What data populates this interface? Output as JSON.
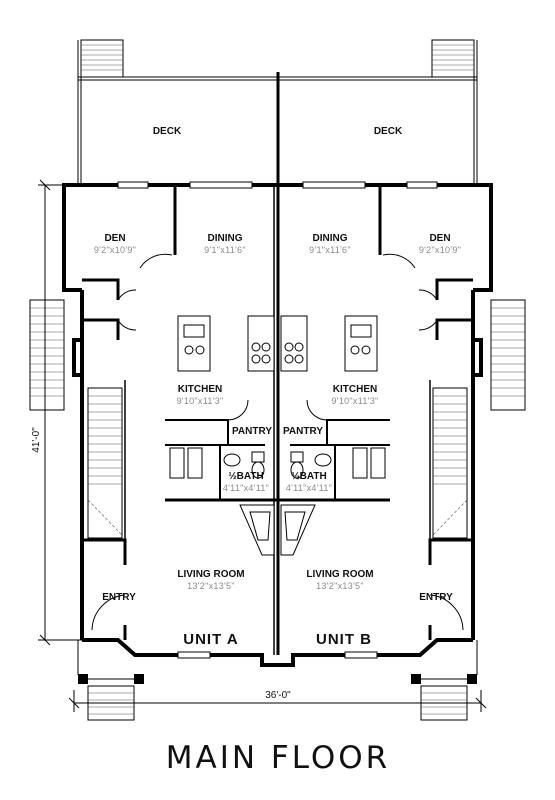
{
  "title": "MAIN FLOOR",
  "dimensions": {
    "width": "36'-0\"",
    "depth": "41'-0\""
  },
  "units": [
    {
      "name": "UNIT A",
      "rooms": {
        "deck": {
          "label": "DECK"
        },
        "den": {
          "label": "DEN",
          "size": "9'2\"x10'9\""
        },
        "dining": {
          "label": "DINING",
          "size": "9'1\"x11'6\""
        },
        "kitchen": {
          "label": "KITCHEN",
          "size": "9'10\"x11'3\""
        },
        "pantry": {
          "label": "PANTRY"
        },
        "bath": {
          "label": "½BATH",
          "size": "4'11\"x4'11\""
        },
        "living": {
          "label": "LIVING ROOM",
          "size": "13'2\"x13'5\""
        },
        "entry": {
          "label": "ENTRY"
        }
      }
    },
    {
      "name": "UNIT B",
      "rooms": {
        "deck": {
          "label": "DECK"
        },
        "den": {
          "label": "DEN",
          "size": "9'2\"x10'9\""
        },
        "dining": {
          "label": "DINING",
          "size": "9'1\"x11'6\""
        },
        "kitchen": {
          "label": "KITCHEN",
          "size": "9'10\"x11'3\""
        },
        "pantry": {
          "label": "PANTRY"
        },
        "bath": {
          "label": "½BATH",
          "size": "4'11\"x4'11\""
        },
        "living": {
          "label": "LIVING ROOM",
          "size": "13'2\"x13'5\""
        },
        "entry": {
          "label": "ENTRY"
        }
      }
    }
  ]
}
